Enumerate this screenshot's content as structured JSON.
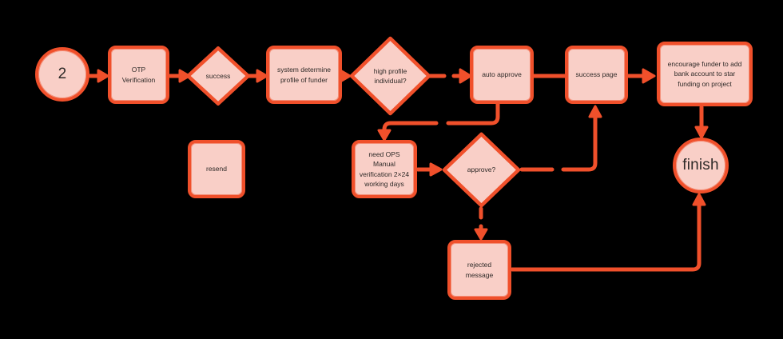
{
  "diagram": {
    "title": "funder verification flowchart",
    "colors": {
      "background": "#000000",
      "stroke": "#F0502B",
      "shape_fill": "#F9CFC7",
      "text": "#2E2A28"
    },
    "nodes": {
      "start": {
        "label": "2",
        "type": "circle"
      },
      "otp": {
        "label": "OTP Verification",
        "type": "rect"
      },
      "success": {
        "label": "success",
        "type": "diamond"
      },
      "system": {
        "label": "system determine profile of funder",
        "type": "rect"
      },
      "high_profile": {
        "label": "high profile individual?",
        "type": "diamond"
      },
      "auto_approve": {
        "label": "auto approve",
        "type": "rect"
      },
      "success_page": {
        "label": "success page",
        "type": "rect"
      },
      "encourage": {
        "label": "encourage funder to add bank account to star funding on project",
        "type": "rect"
      },
      "resend": {
        "label": "resend",
        "type": "rect"
      },
      "need_ops": {
        "label": "need OPS Manual verification 2×24 working days",
        "type": "rect"
      },
      "approve": {
        "label": "approve?",
        "type": "diamond"
      },
      "rejected": {
        "label": "rejected message",
        "type": "rect"
      },
      "finish": {
        "label": "finish",
        "type": "circle"
      }
    }
  }
}
